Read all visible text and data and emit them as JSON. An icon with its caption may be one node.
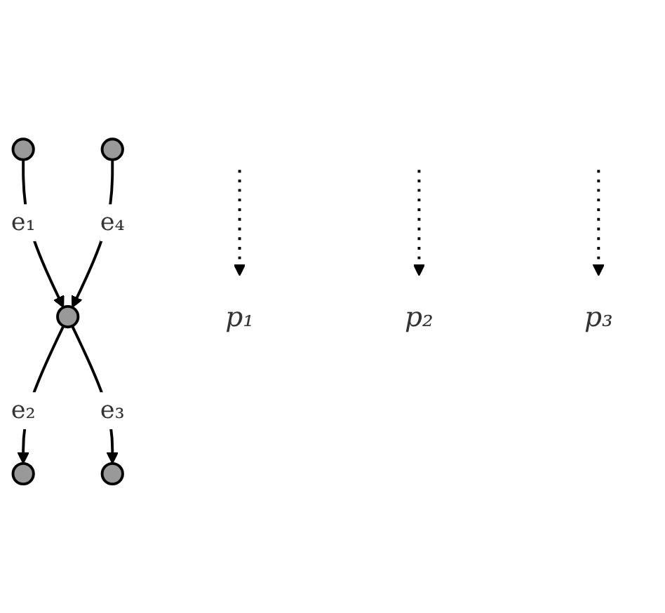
{
  "diagram": {
    "nodes": [
      {
        "text": [],
        "shape": "circle"
      },
      {
        "text": [],
        "shape": "circle"
      },
      {
        "text": [],
        "shape": "circle"
      },
      {
        "text": [],
        "shape": "circle"
      },
      {
        "text": [],
        "shape": "circle"
      },
      {
        "text": [
          "p₁"
        ]
      },
      {
        "text": [
          "p₂"
        ]
      },
      {
        "text": [
          "p₃"
        ]
      }
    ],
    "edges": [
      {
        "from": 0,
        "to": 2,
        "arrow": "to",
        "label": "e₁"
      },
      {
        "from": 2,
        "to": 3,
        "arrow": "to",
        "label": "e₂"
      },
      {
        "from": 2,
        "to": 4,
        "arrow": "to",
        "label": "e₃"
      },
      {
        "from": 1,
        "to": 2,
        "arrow": "to",
        "label": "e₄"
      },
      {
        "from": null,
        "to": 5,
        "arrow": "to",
        "style": "dashed"
      },
      {
        "from": null,
        "to": 6,
        "arrow": "to",
        "style": "dashed"
      },
      {
        "from": null,
        "to": 7,
        "arrow": "to",
        "style": "dashed"
      }
    ]
  }
}
